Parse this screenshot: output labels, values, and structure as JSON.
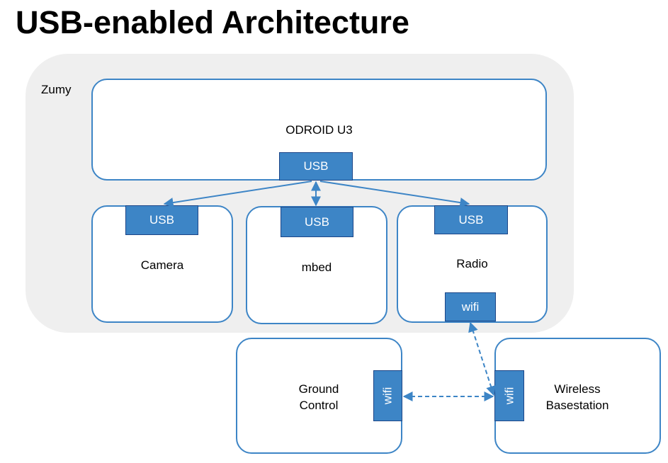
{
  "title": "USB-enabled Architecture",
  "group": {
    "label": "Zumy"
  },
  "nodes": {
    "odroid": {
      "label": "ODROID U3",
      "port": "USB"
    },
    "camera": {
      "label": "Camera",
      "port": "USB"
    },
    "mbed": {
      "label": "mbed",
      "port": "USB"
    },
    "radio": {
      "label": "Radio",
      "port_top": "USB",
      "port_bottom": "wifi"
    },
    "ground": {
      "label_line1": "Ground",
      "label_line2": "Control",
      "port": "wifi"
    },
    "basestation": {
      "label_line1": "Wireless",
      "label_line2": "Basestation",
      "port": "wifi"
    }
  },
  "colors": {
    "accent": "#3d85c6",
    "group_bg": "#efefef"
  }
}
